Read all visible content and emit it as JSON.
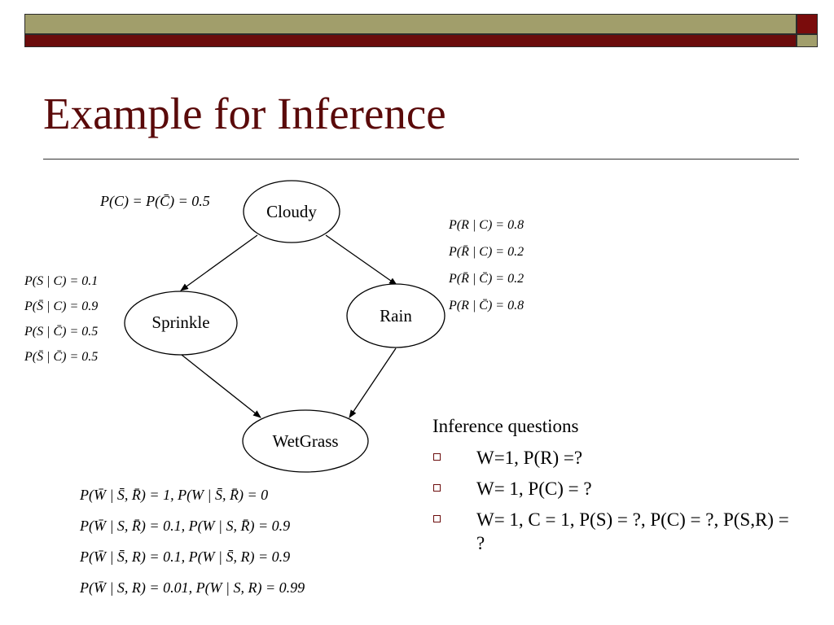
{
  "slide": {
    "title": "Example for Inference"
  },
  "nodes": {
    "cloudy": "Cloudy",
    "sprinkle": "Sprinkle",
    "rain": "Rain",
    "wetgrass": "WetGrass"
  },
  "formulas": {
    "cloudy_prior": "P(C) = P(C̄) = 0.5",
    "sprinkle_cpt": [
      "P(S | C) = 0.1",
      "P(S̄ | C) = 0.9",
      "P(S | C̄) = 0.5",
      "P(S̄ | C̄) = 0.5"
    ],
    "rain_cpt": [
      "P(R | C) = 0.8",
      "P(R̄ | C) = 0.2",
      "P(R̄ | C̄) = 0.2",
      "P(R | C̄) = 0.8"
    ],
    "wetgrass_cpt": [
      "P(W̄ | S̄, R̄) = 1, P(W | S̄, R̄) = 0",
      "P(W̄ | S, R̄) = 0.1, P(W | S, R̄) = 0.9",
      "P(W̄ | S̄, R) = 0.1, P(W | S̄, R) = 0.9",
      "P(W̄ | S, R) = 0.01, P(W | S, R) = 0.99"
    ]
  },
  "questions": {
    "heading": "Inference questions",
    "items": [
      "W=1, P(R) =?",
      "W= 1, P(C) = ?",
      "W= 1, C = 1, P(S) = ?, P(C) = ?, P(S,R) = ?"
    ]
  },
  "colors": {
    "title": "#5a0a0a",
    "band_olive": "#a19e6b",
    "band_maroon": "#6b0c0c"
  }
}
